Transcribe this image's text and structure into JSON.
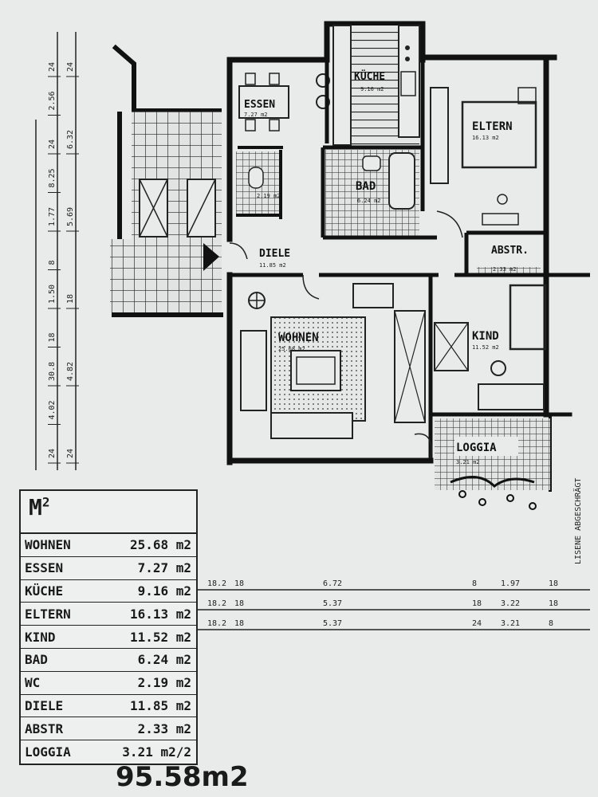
{
  "rooms": {
    "essen": {
      "name": "ESSEN",
      "area": "7.27 m2"
    },
    "kueche": {
      "name": "KÜCHE",
      "area": "9.16 m2"
    },
    "eltern": {
      "name": "ELTERN",
      "area": "16.13 m2"
    },
    "wc": {
      "name": "",
      "area": "2.19 m2"
    },
    "bad": {
      "name": "BAD",
      "area": "6.24 m2"
    },
    "diele": {
      "name": "DIELE",
      "area": "11.85 m2"
    },
    "abstr": {
      "name": "ABSTR.",
      "area": "2.33 m2"
    },
    "wohnen": {
      "name": "WOHNEN",
      "area": "25.68 m2"
    },
    "kind": {
      "name": "KIND",
      "area": "11.52 m2"
    },
    "loggia": {
      "name": "LOGGIA",
      "area": "3.21 m2"
    }
  },
  "annotation_side": "LISENE ABGESCHRÄGT",
  "left_dimensions": {
    "outer": [
      "24",
      "2.56",
      "24",
      "8.25",
      "1.77",
      "8",
      "1.50",
      "18",
      "30.8",
      "4.02",
      "24"
    ],
    "inner": [
      "24",
      "6.32",
      "5.69",
      "18",
      "4.82",
      "24"
    ]
  },
  "dimension_rows": [
    {
      "a": "18.2",
      "b": "18",
      "c": "6.72",
      "d": "8",
      "e": "1.97",
      "f": "18"
    },
    {
      "a": "18.2",
      "b": "18",
      "c": "5.37",
      "d": "18",
      "e": "3.22",
      "f": "18"
    },
    {
      "a": "18.2",
      "b": "18",
      "c": "5.37",
      "d": "24",
      "e": "3.21",
      "f": "8"
    }
  ],
  "area_table": {
    "header": "M",
    "header_sup": "2",
    "rows": [
      {
        "name": "WOHNEN",
        "value": "25.68 m2"
      },
      {
        "name": "ESSEN",
        "value": "7.27 m2"
      },
      {
        "name": "KÜCHE",
        "value": "9.16 m2"
      },
      {
        "name": "ELTERN",
        "value": "16.13 m2"
      },
      {
        "name": "KIND",
        "value": "11.52 m2"
      },
      {
        "name": "BAD",
        "value": "6.24 m2"
      },
      {
        "name": "WC",
        "value": "2.19 m2"
      },
      {
        "name": "DIELE",
        "value": "11.85 m2"
      },
      {
        "name": "ABSTR",
        "value": "2.33 m2"
      },
      {
        "name": "LOGGIA",
        "value": "3.21 m2/2"
      }
    ],
    "total": "95.58m2"
  }
}
